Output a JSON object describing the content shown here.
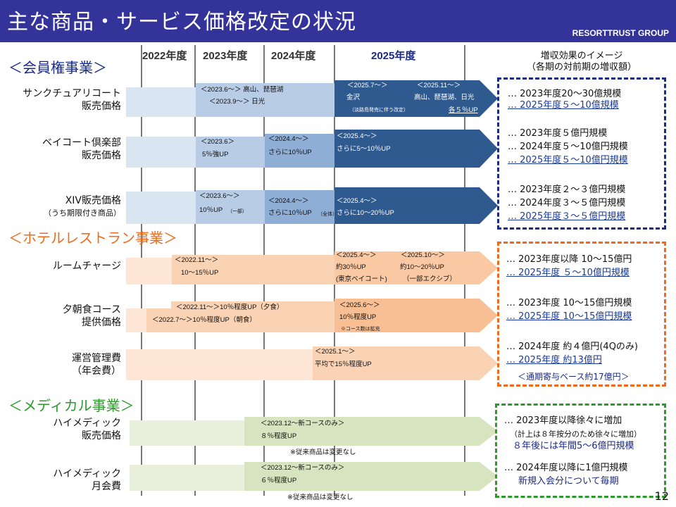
{
  "header": {
    "title": "主な商品・サービス価格改定の状況",
    "brand": "RESORTTRUST GROUP"
  },
  "years": [
    "2022年度",
    "2023年度",
    "2024年度",
    "2025年度"
  ],
  "effect_header": {
    "line1": "増収効果のイメージ",
    "line2": "（各期の対前期の増収額）"
  },
  "sections": {
    "membership": "＜会員権事業＞",
    "hotel": "＜ホテルレストラン事業＞",
    "medical": "＜メディカル事業＞"
  },
  "rows": {
    "sanctuary": {
      "label1": "サンクチュアリコート",
      "label2": "販売価格",
      "t2023a": "＜2023.6～＞ 高山、琵琶湖",
      "t2023b": "＜2023.9～＞ 日光",
      "t2025a": "＜2025.7～＞",
      "t2025b": "金沢",
      "t2025c": "（淡路島発売に伴う改定）",
      "t2025d": "＜2025.11～＞",
      "t2025e": "高山、琵琶湖、日光",
      "t2025f": "各５％UP"
    },
    "baycourt": {
      "label1": "ベイコート倶楽部",
      "label2": "販売価格",
      "t2023a": "＜2023.6＞",
      "t2023b": "5％強UP",
      "t2024a": "＜2024.4～＞",
      "t2024b": "さらに10％UP",
      "t2025a": "＜2025.4～＞",
      "t2025b": "さらに5～10％UP"
    },
    "xiv": {
      "label1": "XIV販売価格",
      "label2": "（うち期限付き商品）",
      "t2023a": "＜2023.6～＞",
      "t2023b": "10％UP",
      "t2023c": "（一部）",
      "t2024a": "＜2024.4～＞",
      "t2024b": "さらに10％UP",
      "t2024c": "（全体）",
      "t2025a": "＜2025.4～＞",
      "t2025b": "さらに10～20％UP"
    },
    "roomcharge": {
      "label1": "ルームチャージ",
      "t2022a": "＜2022.11～＞",
      "t2022b": "10～15％UP",
      "t2025a": "＜2025.4～＞",
      "t2025b": "約30％UP",
      "t2025c": "(東京ベイコート)",
      "t2025d": "＜2025.10～＞",
      "t2025e": "約10～20％UP",
      "t2025f": "（一部エクシブ）"
    },
    "dinner": {
      "label1": "夕朝食コース",
      "label2": "提供価格",
      "t2022a": "＜2022.11～＞10％程度UP（夕食）",
      "t2022b": "＜2022.7～＞10％程度UP（朝食）",
      "t2025a": "＜2025.6～＞",
      "t2025b": "10％程度UP",
      "t2025c": "※コース数は拡充"
    },
    "mgmt": {
      "label1": "運営管理費",
      "label2": "（年会費）",
      "t2025a": "＜2025.1～＞",
      "t2025b": "平均で15％程度UP"
    },
    "himedic_sale": {
      "label1": "ハイメディック",
      "label2": "販売価格",
      "ta": "＜2023.12～新コースのみ＞",
      "tb": "８％程度UP",
      "note": "※従来商品は変更なし"
    },
    "himedic_fee": {
      "label1": "ハイメディック",
      "label2": "月会費",
      "ta": "＜2023.12～新コースのみ＞",
      "tb": "６％程度UP",
      "note": "※従来商品は変更なし"
    }
  },
  "effects": {
    "membership": [
      "… 2023年度20～30億規模",
      "… 2025年度５～10億規模",
      "… 2023年度５億円規模",
      "… 2024年度５～10億円規模",
      "… 2025年度５～10億円規模",
      "… 2023年度２～３億円規模",
      "… 2024年度３～５億円規模",
      "… 2025年度３～５億円規模"
    ],
    "hotel": [
      "… 2023年度以降 10～15億円",
      "… 2025年度  ５～10億円規模",
      "… 2023年度 10～15億円規模",
      "… 2025年度 10～15億円規模",
      "… 2024年度 約４億円(4Qのみ)",
      "… 2025年度 約13億円",
      "＜通期寄与ベース約17億円＞"
    ],
    "medical": [
      "… 2023年度以降徐々に増加",
      "（計上は８年按分のため徐々に増加）",
      "８年後には年間5～6億円規模",
      "… 2024年度以降に1億円規模",
      "新規入会分について毎期"
    ]
  },
  "colors": {
    "navy": "#333399",
    "blue_dark": "#2f5a8f",
    "blue_mid": "#8eaed6",
    "blue_light": "#b8cce6",
    "blue_pale": "#dae5f2",
    "orange_text": "#f06a1a",
    "green_text": "#2e9a2e"
  },
  "page_number": "12"
}
